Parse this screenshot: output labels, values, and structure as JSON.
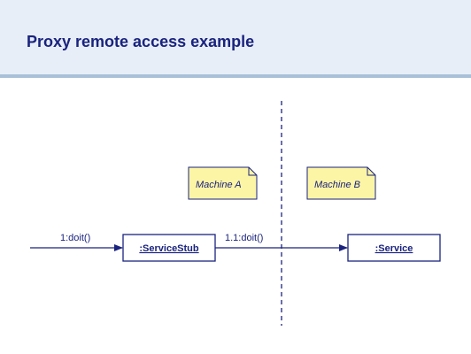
{
  "title": "Proxy remote access example",
  "notes": {
    "machine_a": "Machine A",
    "machine_b": "Machine B"
  },
  "objects": {
    "service_stub": ":ServiceStub",
    "service": ":Service"
  },
  "messages": {
    "first": "1:doit()",
    "second": "1.1:doit()"
  },
  "colors": {
    "primary": "#1a237e",
    "note_fill": "#fdf5a6",
    "header_bg": "#e7eef7",
    "header_rule": "#a9c0d8"
  }
}
